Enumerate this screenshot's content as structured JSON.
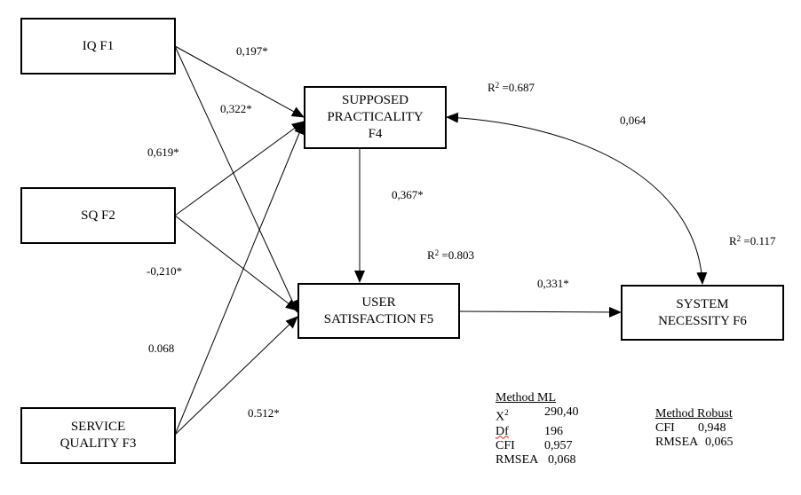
{
  "diagram": {
    "type": "structural-equation-path-model",
    "nodes": [
      {
        "id": "F1",
        "lines": [
          "IQ F1"
        ]
      },
      {
        "id": "F2",
        "lines": [
          "SQ F2"
        ]
      },
      {
        "id": "F3",
        "lines": [
          "SERVICE",
          "QUALITY F3"
        ]
      },
      {
        "id": "F4",
        "lines": [
          "SUPPOSED",
          "PRACTICALITY",
          "F4"
        ]
      },
      {
        "id": "F5",
        "lines": [
          "USER",
          "SATISFACTION F5"
        ]
      },
      {
        "id": "F6",
        "lines": [
          "SYSTEM",
          "NECESSITY F6"
        ]
      }
    ],
    "paths": [
      {
        "from": "F1",
        "to": "F4",
        "coefficient": "0,197*"
      },
      {
        "from": "F1",
        "to": "F5",
        "coefficient": "0,322*"
      },
      {
        "from": "F2",
        "to": "F4",
        "coefficient": "0,619*"
      },
      {
        "from": "F2",
        "to": "F5",
        "coefficient": "-0,210*"
      },
      {
        "from": "F3",
        "to": "F4",
        "coefficient": "0.068"
      },
      {
        "from": "F3",
        "to": "F5",
        "coefficient": "0.512*"
      },
      {
        "from": "F4",
        "to": "F5",
        "coefficient": "0,367*"
      },
      {
        "from": "F5",
        "to": "F6",
        "coefficient": "0,331*"
      },
      {
        "from": "F6",
        "to": "F4",
        "coefficient": "0,064",
        "kind": "curved"
      }
    ],
    "r_squared": [
      {
        "node": "F4",
        "prefix": "R",
        "sup": "2",
        "value": " =0.687"
      },
      {
        "node": "F5",
        "prefix": "R",
        "sup": "2",
        "value": " =0.803"
      },
      {
        "node": "F6",
        "prefix": "R",
        "sup": "2",
        "value": " =0.117"
      }
    ]
  },
  "fit": {
    "ml": {
      "title": "Method ML",
      "rows": [
        {
          "key": "X",
          "key_sup": "2",
          "value": "290,40"
        },
        {
          "key": "Df",
          "key_sup": "",
          "value": "196"
        },
        {
          "key": "CFI",
          "key_sup": "",
          "value": "0,957"
        },
        {
          "key": "RMSEA",
          "key_sup": "",
          "value": "0,068"
        }
      ]
    },
    "robust": {
      "title": "Method Robust",
      "rows": [
        {
          "key": "CFI",
          "value": "0,948"
        },
        {
          "key": "RMSEA",
          "value": "0,065"
        }
      ]
    }
  }
}
